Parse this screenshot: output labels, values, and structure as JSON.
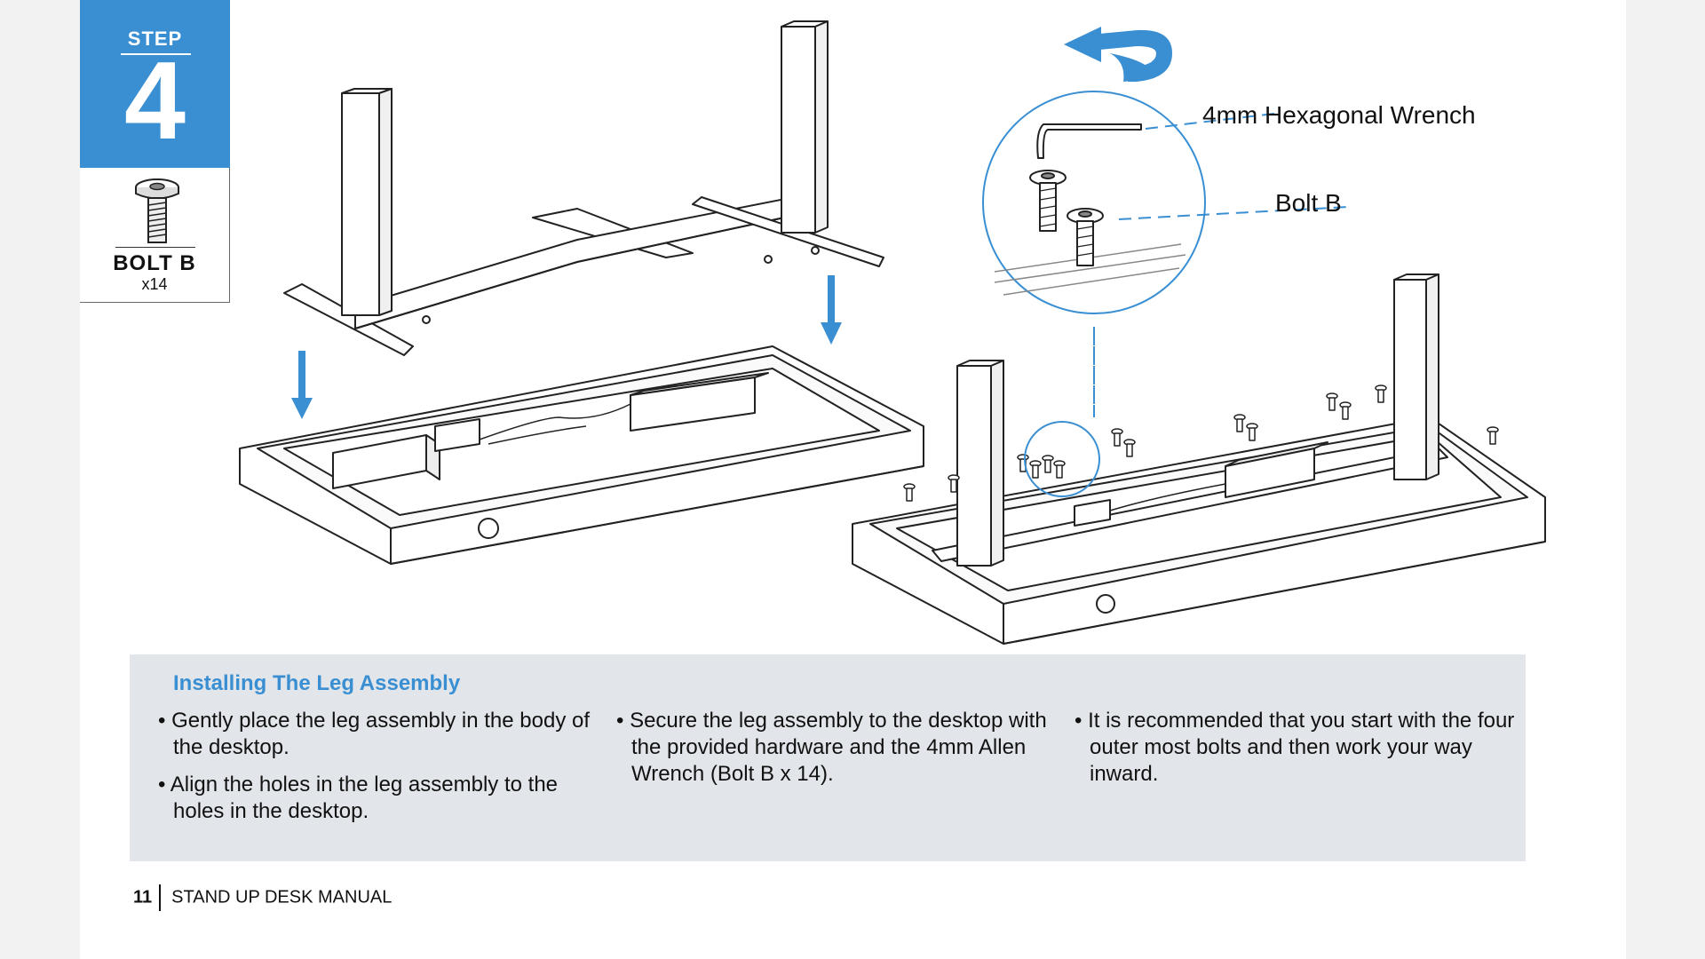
{
  "step": {
    "label": "STEP",
    "number": "4"
  },
  "part": {
    "name": "BOLT  B",
    "quantity": "x14"
  },
  "callouts": {
    "wrench": "4mm Hexagonal Wrench",
    "bolt": "Bolt B"
  },
  "info": {
    "title": "Installing The Leg Assembly",
    "columns": [
      [
        "• Gently place the leg assembly in the body of the desktop.",
        "• Align the holes in the leg assembly to the holes in the desktop."
      ],
      [
        "• Secure the leg assembly to the desktop with the provided hardware and the 4mm Allen Wrench (Bolt B x 14)."
      ],
      [
        "• It is recommended that you start with the four outer most bolts and then work your way inward."
      ]
    ]
  },
  "footer": {
    "page_number": "11",
    "manual_title": "STAND UP DESK MANUAL"
  },
  "colors": {
    "accent": "#3a8fd3",
    "panel": "#e2e6ea",
    "line": "#222222"
  }
}
